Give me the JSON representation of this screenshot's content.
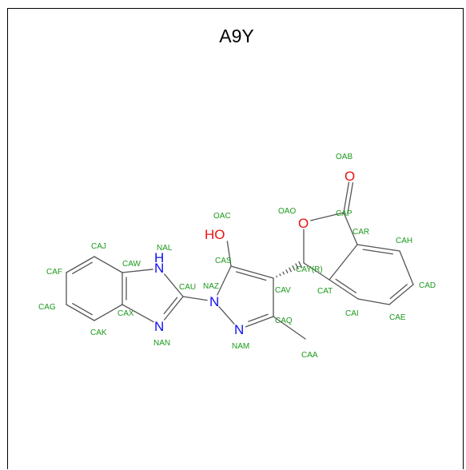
{
  "title": "A9Y",
  "colors": {
    "carbon_label": "#1a9a1a",
    "nitrogen": "#1010ee",
    "oxygen": "#ee1010",
    "bond": "#555555"
  },
  "atoms": [
    {
      "id": "CAF",
      "element": "C",
      "label": "CAF"
    },
    {
      "id": "CAJ",
      "element": "C",
      "label": "CAJ"
    },
    {
      "id": "CAW",
      "element": "C",
      "label": "CAW"
    },
    {
      "id": "CAX",
      "element": "C",
      "label": "CAX"
    },
    {
      "id": "CAK",
      "element": "C",
      "label": "CAK"
    },
    {
      "id": "CAG",
      "element": "C",
      "label": "CAG"
    },
    {
      "id": "NAL",
      "element": "N",
      "label": "NAL",
      "symbol": "H\nN"
    },
    {
      "id": "CAU",
      "element": "C",
      "label": "CAU"
    },
    {
      "id": "NAN",
      "element": "N",
      "label": "NAN",
      "symbol": "N"
    },
    {
      "id": "NAZ",
      "element": "N",
      "label": "NAZ",
      "symbol": "N"
    },
    {
      "id": "CAS",
      "element": "C",
      "label": "CAS"
    },
    {
      "id": "OAC",
      "element": "O",
      "label": "OAC",
      "symbol": "HO"
    },
    {
      "id": "CAV",
      "element": "C",
      "label": "CAV"
    },
    {
      "id": "CAQ",
      "element": "C",
      "label": "CAQ"
    },
    {
      "id": "NAM",
      "element": "N",
      "label": "NAM",
      "symbol": "N"
    },
    {
      "id": "CAA",
      "element": "C",
      "label": "CAA"
    },
    {
      "id": "CAY",
      "element": "C",
      "label": "CAY(R)"
    },
    {
      "id": "OAO",
      "element": "O",
      "label": "OAO",
      "symbol": "O"
    },
    {
      "id": "CAP",
      "element": "C",
      "label": "CAP"
    },
    {
      "id": "OAB",
      "element": "O",
      "label": "OAB",
      "symbol": "O"
    },
    {
      "id": "CAR",
      "element": "C",
      "label": "CAR"
    },
    {
      "id": "CAT",
      "element": "C",
      "label": "CAT"
    },
    {
      "id": "CAH",
      "element": "C",
      "label": "CAH"
    },
    {
      "id": "CAD",
      "element": "C",
      "label": "CAD"
    },
    {
      "id": "CAE",
      "element": "C",
      "label": "CAE"
    },
    {
      "id": "CAI",
      "element": "C",
      "label": "CAI"
    }
  ],
  "bonds": [
    [
      "CAF",
      "CAJ",
      2
    ],
    [
      "CAJ",
      "CAW",
      1
    ],
    [
      "CAW",
      "CAX",
      2
    ],
    [
      "CAX",
      "CAK",
      1
    ],
    [
      "CAK",
      "CAG",
      2
    ],
    [
      "CAG",
      "CAF",
      1
    ],
    [
      "CAW",
      "NAL",
      1
    ],
    [
      "NAL",
      "CAU",
      1
    ],
    [
      "CAU",
      "NAN",
      2
    ],
    [
      "NAN",
      "CAX",
      1
    ],
    [
      "CAU",
      "NAZ",
      1
    ],
    [
      "NAZ",
      "CAS",
      1
    ],
    [
      "CAS",
      "CAV",
      2
    ],
    [
      "CAV",
      "CAQ",
      1
    ],
    [
      "CAQ",
      "NAM",
      2
    ],
    [
      "NAM",
      "NAZ",
      1
    ],
    [
      "CAS",
      "OAC",
      1
    ],
    [
      "CAQ",
      "CAA",
      1
    ],
    [
      "CAV",
      "CAY",
      1
    ],
    [
      "CAY",
      "OAO",
      1
    ],
    [
      "OAO",
      "CAP",
      1
    ],
    [
      "CAP",
      "OAB",
      2
    ],
    [
      "CAP",
      "CAR",
      1
    ],
    [
      "CAR",
      "CAT",
      1
    ],
    [
      "CAT",
      "CAY",
      1
    ],
    [
      "CAR",
      "CAH",
      2
    ],
    [
      "CAH",
      "CAD",
      1
    ],
    [
      "CAD",
      "CAE",
      2
    ],
    [
      "CAE",
      "CAI",
      1
    ],
    [
      "CAI",
      "CAT",
      2
    ]
  ]
}
